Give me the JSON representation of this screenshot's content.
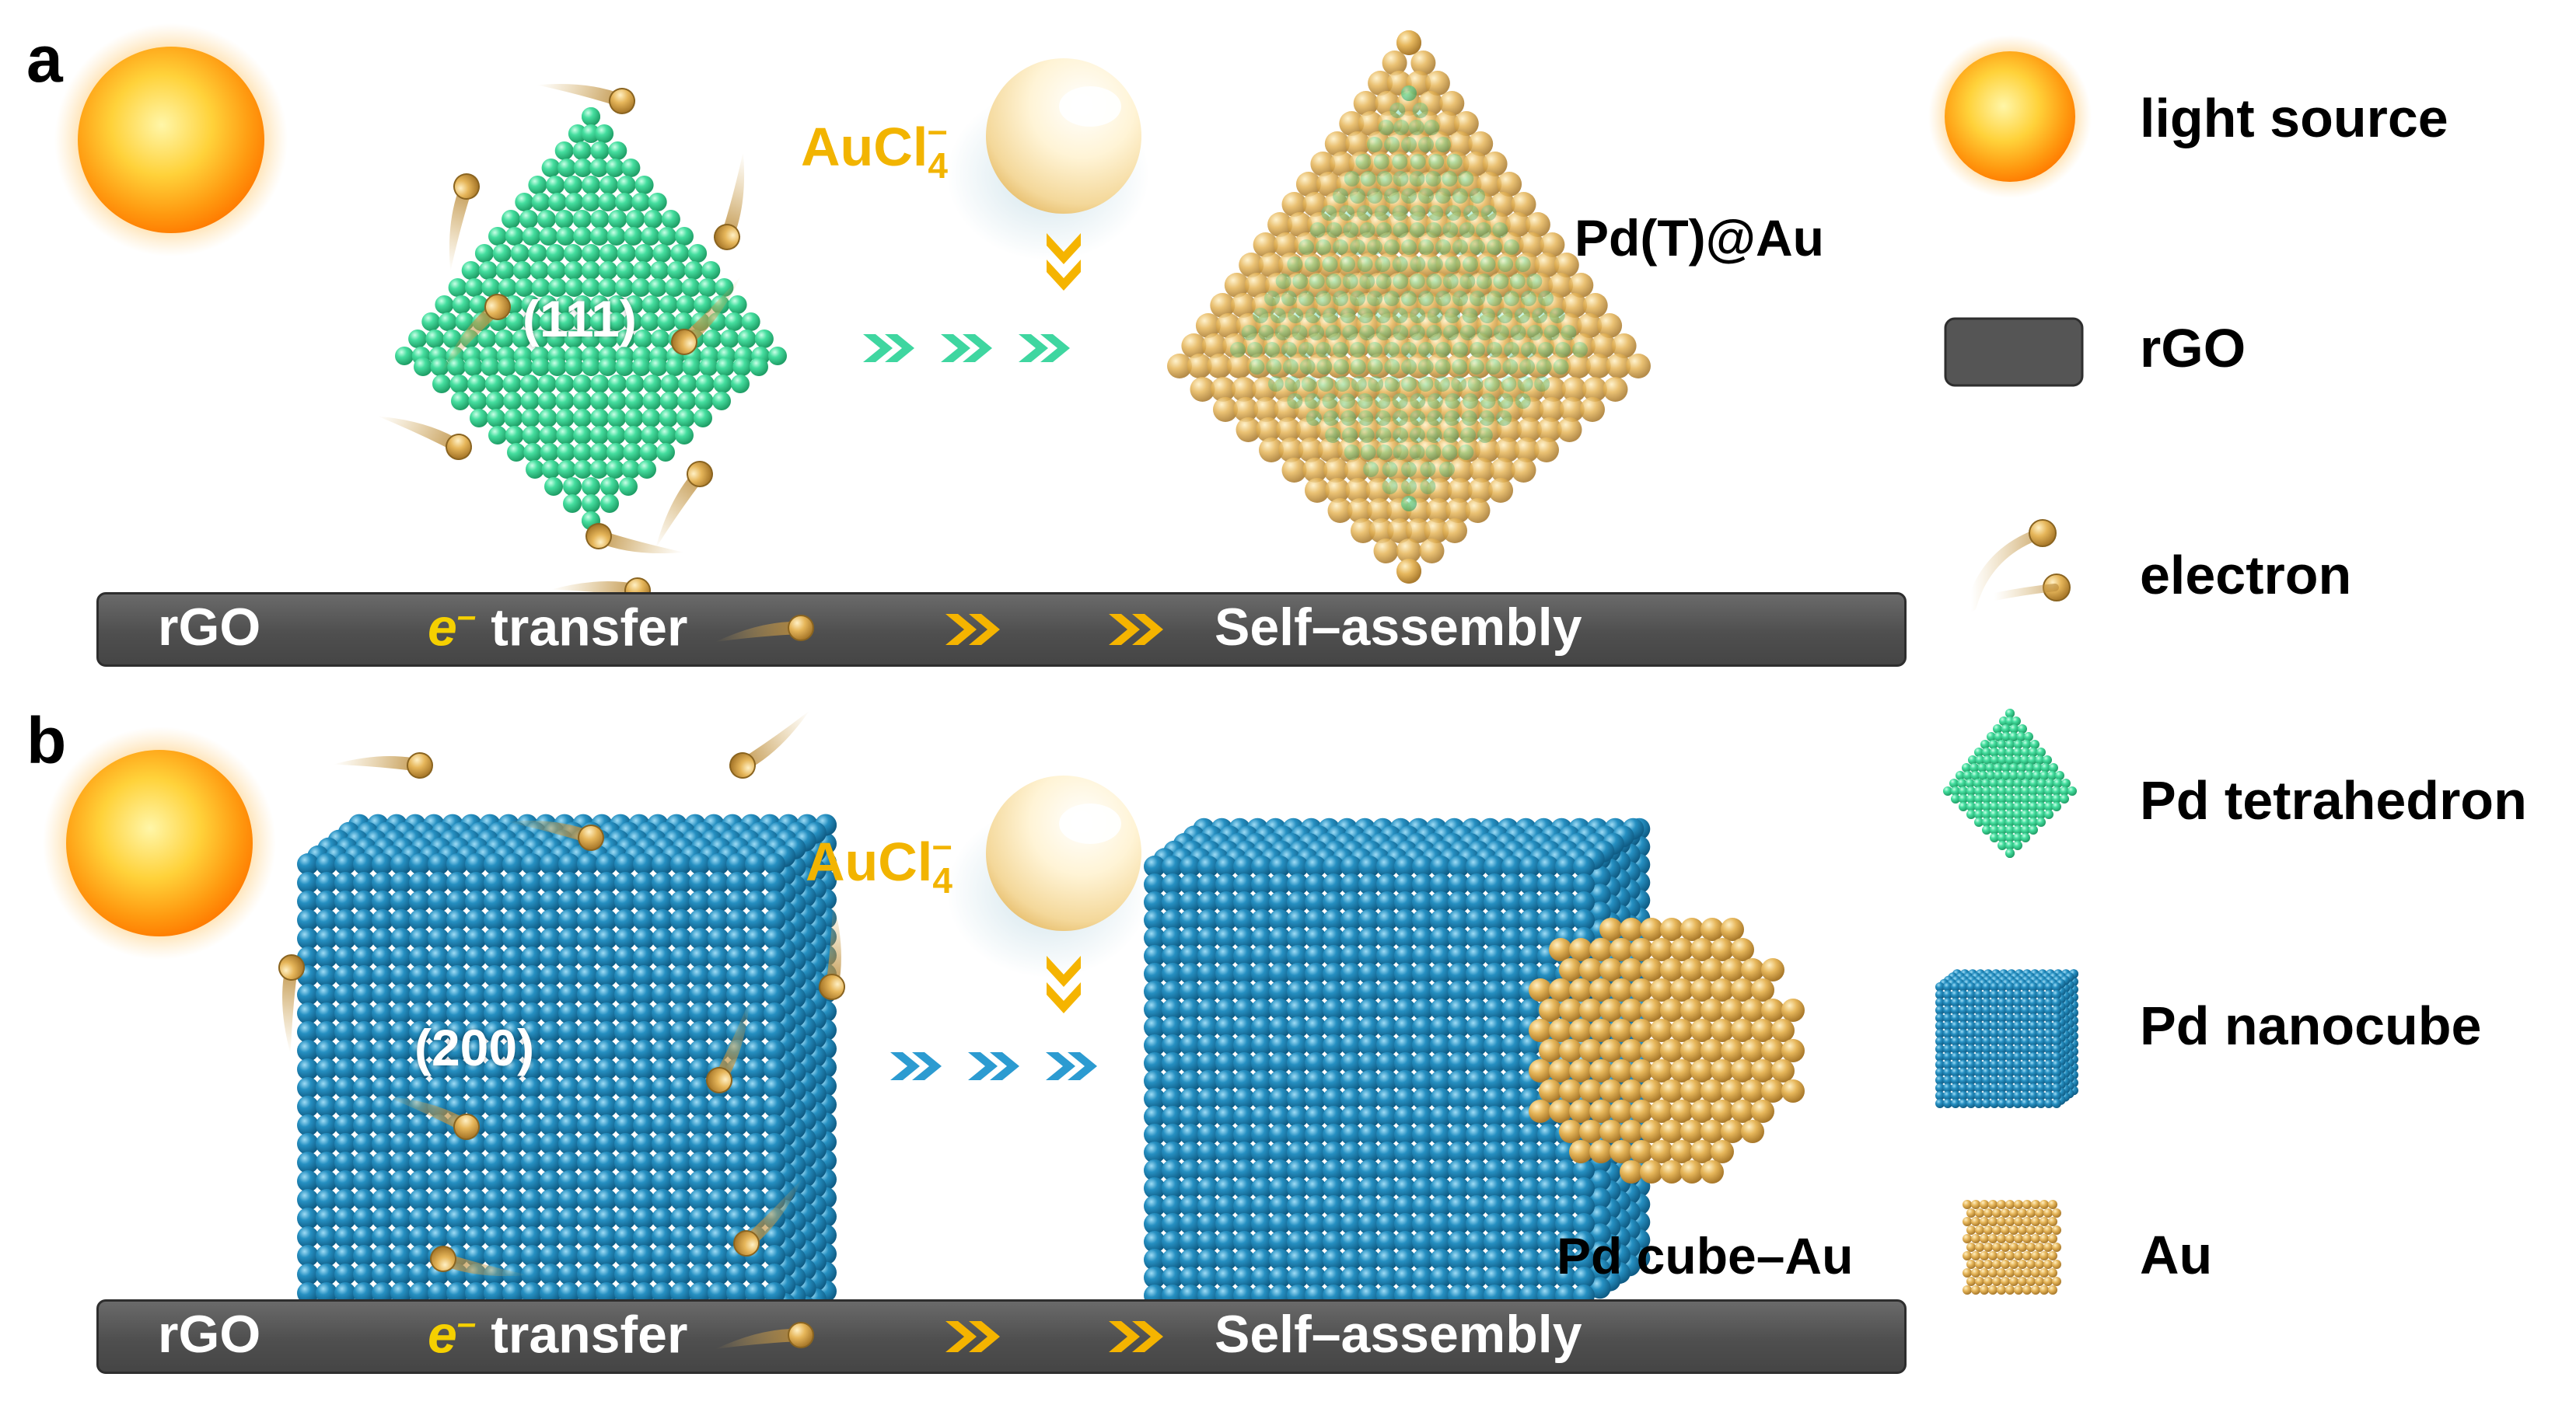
{
  "panels": {
    "a": {
      "letter": "a",
      "plane": "(111)",
      "precursor": {
        "base": "AuCl",
        "sub": "4",
        "sup": "–"
      },
      "product": "Pd(T)@Au",
      "bar": {
        "support": "rGO",
        "e_symbol": "e",
        "e_sup": "–",
        "transfer": "transfer",
        "assembly": "Self–assembly"
      }
    },
    "b": {
      "letter": "b",
      "plane": "(200)",
      "precursor": {
        "base": "AuCl",
        "sub": "4",
        "sup": "–"
      },
      "product": "Pd cube–Au",
      "bar": {
        "support": "rGO",
        "e_symbol": "e",
        "e_sup": "–",
        "transfer": "transfer",
        "assembly": "Self–assembly"
      }
    }
  },
  "legend": [
    {
      "label": "light source",
      "icon": "sun-icon"
    },
    {
      "label": "rGO",
      "icon": "rgo-sheet-icon"
    },
    {
      "label": "electron",
      "icon": "electron-icon"
    },
    {
      "label": "Pd tetrahedron",
      "icon": "pd-tetrahedron-icon"
    },
    {
      "label": "Pd nanocube",
      "icon": "pd-nanocube-icon"
    },
    {
      "label": "Au",
      "icon": "au-particles-icon"
    }
  ],
  "colors": {
    "pd_tetrahedron": "#3fd69a",
    "pd_cube": "#1f86b8",
    "au": "#e7b85a",
    "rgo": "#555555",
    "arrow_green": "#3fd6a0",
    "arrow_blue": "#2c9bd1",
    "arrow_gold": "#f5b400",
    "electron_symbol": "#f5d000"
  }
}
